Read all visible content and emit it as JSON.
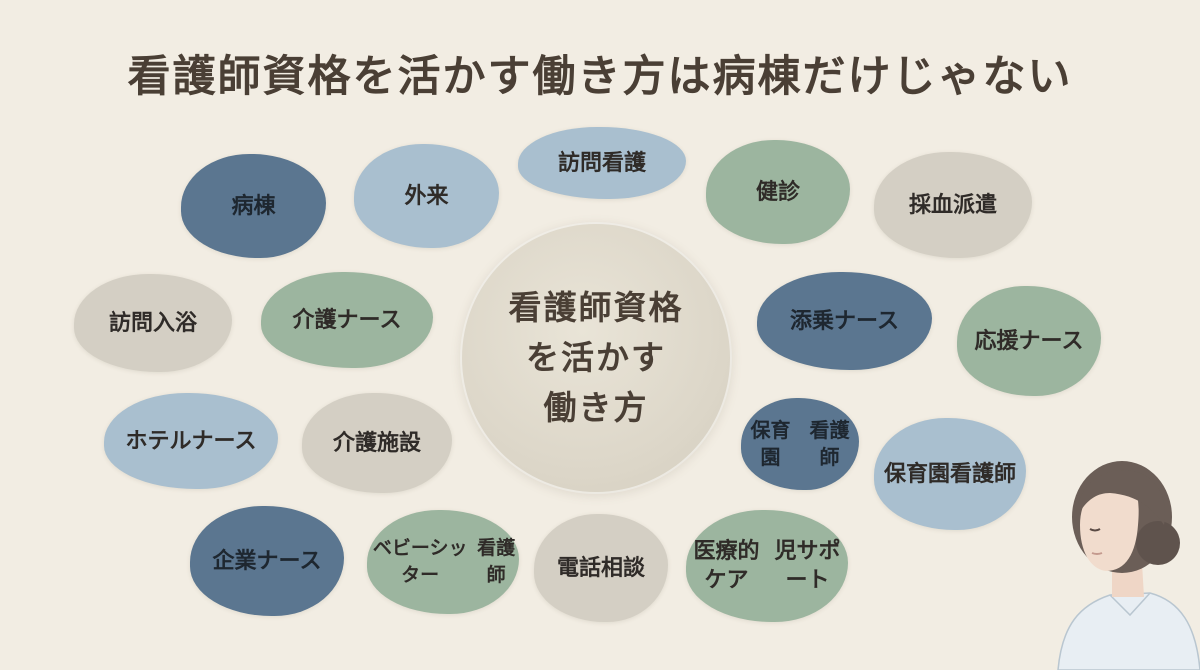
{
  "title": "看護師資格を活かす働き方は病棟だけじゃない",
  "center": {
    "lines": [
      "看護師資格",
      "を活かす",
      "働き方"
    ]
  },
  "colors": {
    "background": "#f2ede3",
    "dark_blue": "#5b7690",
    "light_blue": "#a9bfcf",
    "sage_green": "#9cb59f",
    "beige": "#d4cfc4"
  },
  "bubbles": {
    "byoto": "病棟",
    "gairai": "外来",
    "houmon_kango": "訪問看護",
    "kenshin": "健診",
    "saiketsu_haken": "採血派遣",
    "houmon_nyuyoku": "訪問入浴",
    "kaigo_nurse": "介護ナース",
    "tenjo_nurse": "添乗ナース",
    "ouen_nurse": "応援ナース",
    "hotel_nurse": "ホテルナース",
    "kaigo_shisetsu": "介護施設",
    "hoikuen_1": {
      "line1": "保育園",
      "line2": "看護師"
    },
    "hoikuen_2": {
      "line1": "保育園",
      "line2": "看護師"
    },
    "kigyo_nurse": "企業ナース",
    "babysitter": {
      "line1": "ベビーシッター",
      "line2": "看護師"
    },
    "denwa_soudan": "電話相談",
    "iryoteki_care": {
      "line1": "医療的ケア",
      "line2": "児サポート"
    }
  }
}
